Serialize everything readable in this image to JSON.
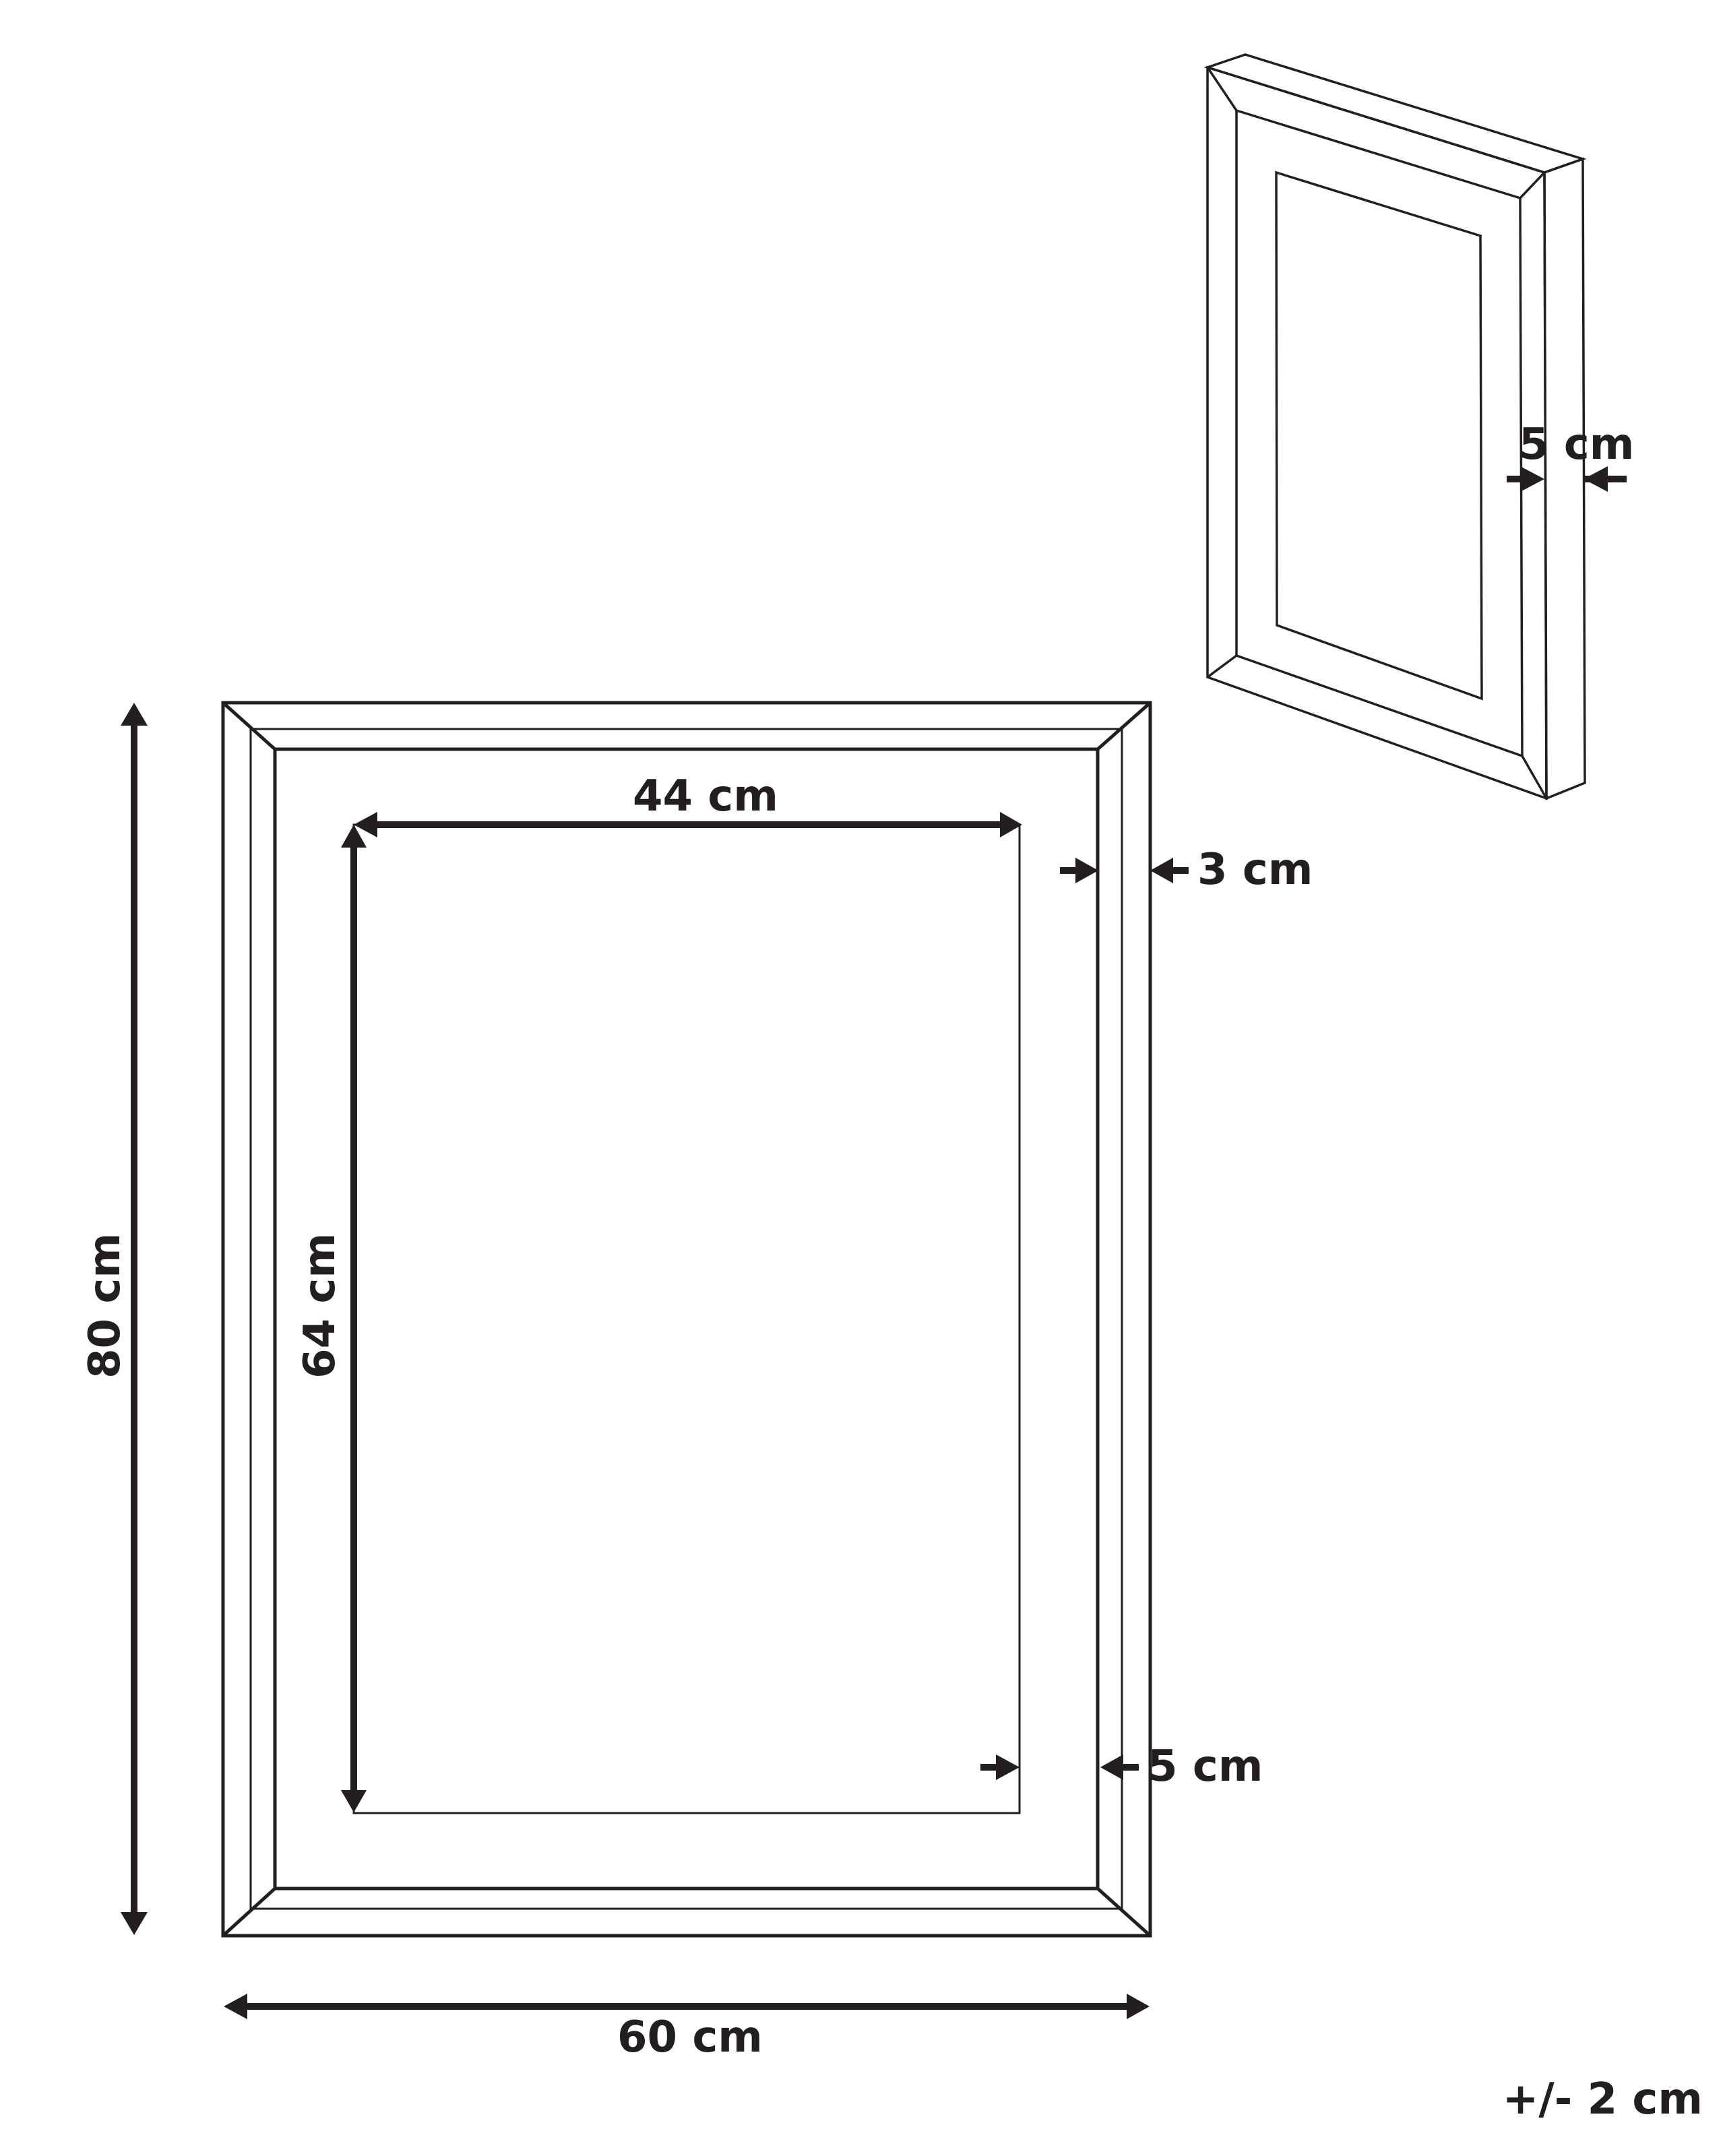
{
  "diagram": {
    "type": "product dimension drawing",
    "subject": "picture frame with mat",
    "colors": {
      "line": "#231f20",
      "background": "#ffffff"
    },
    "dimensions": {
      "height": {
        "label": "80 cm",
        "value": 80,
        "unit": "cm"
      },
      "width": {
        "label": "60 cm",
        "value": 60,
        "unit": "cm"
      },
      "inner_width": {
        "label": "44 cm",
        "value": 44,
        "unit": "cm"
      },
      "inner_height": {
        "label": "64 cm",
        "value": 64,
        "unit": "cm"
      },
      "frame_border": {
        "label": "3 cm",
        "value": 3,
        "unit": "cm"
      },
      "mat_border": {
        "label": "5 cm",
        "value": 5,
        "unit": "cm"
      },
      "depth": {
        "label": "5 cm",
        "value": 5,
        "unit": "cm"
      }
    },
    "tolerance": {
      "label": "+/- 2 cm"
    }
  }
}
